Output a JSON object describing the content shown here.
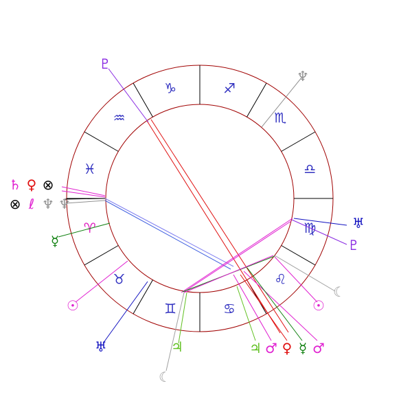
{
  "chart": {
    "ring_color": "#a00000",
    "spoke_color": "#000000",
    "signs": [
      {
        "name": "sagittarius",
        "glyph": "♐"
      },
      {
        "name": "scorpio",
        "glyph": "♏"
      },
      {
        "name": "libra",
        "glyph": "♎"
      },
      {
        "name": "virgo",
        "glyph": "♍"
      },
      {
        "name": "leo",
        "glyph": "♌"
      },
      {
        "name": "cancer",
        "glyph": "♋"
      },
      {
        "name": "gemini",
        "glyph": "♊"
      },
      {
        "name": "taurus",
        "glyph": "♉"
      },
      {
        "name": "aries",
        "glyph": "♈"
      },
      {
        "name": "pisces",
        "glyph": "♓"
      },
      {
        "name": "aquarius",
        "glyph": "♒"
      },
      {
        "name": "capricorn",
        "glyph": "♑"
      }
    ],
    "sign_colors": [
      "#3030c0",
      "#3030c0",
      "#3030c0",
      "#3030c0",
      "#3030c0",
      "#3030c0",
      "#3030c0",
      "#3030c0",
      "#e020c0",
      "#3030c0",
      "#3030c0",
      "#3030c0"
    ],
    "planets": [
      {
        "name": "pluto",
        "glyph": "♇",
        "color": "#8a2be2"
      },
      {
        "name": "neptune",
        "glyph": "♆",
        "color": "#909090"
      },
      {
        "name": "uranus",
        "glyph": "♅",
        "color": "#1010c0"
      },
      {
        "name": "pluto",
        "glyph": "♇",
        "color": "#8a2be2"
      },
      {
        "name": "moon",
        "glyph": "☾",
        "color": "#a0a0a0"
      },
      {
        "name": "sun",
        "glyph": "☉",
        "color": "#e020d0"
      },
      {
        "name": "mars",
        "glyph": "♂",
        "color": "#e020d0"
      },
      {
        "name": "mercury",
        "glyph": "☿",
        "color": "#108010"
      },
      {
        "name": "venus",
        "glyph": "♀",
        "color": "#e01010"
      },
      {
        "name": "mars",
        "glyph": "♂",
        "color": "#e020d0"
      },
      {
        "name": "jupiter",
        "glyph": "♃",
        "color": "#60c020"
      },
      {
        "name": "jupiter",
        "glyph": "♃",
        "color": "#60c020"
      },
      {
        "name": "moon",
        "glyph": "☾",
        "color": "#a0a0a0"
      },
      {
        "name": "uranus",
        "glyph": "♅",
        "color": "#1010c0"
      },
      {
        "name": "sun",
        "glyph": "☉",
        "color": "#e020d0"
      },
      {
        "name": "mercury",
        "glyph": "☿",
        "color": "#108010"
      },
      {
        "name": "saturn",
        "glyph": "♄",
        "color": "#e020d0"
      },
      {
        "name": "venus",
        "glyph": "♀",
        "color": "#e01010"
      },
      {
        "name": "part-of-fortune",
        "glyph": "⊗",
        "color": "#000000"
      },
      {
        "name": "part-of-fortune",
        "glyph": "⊗",
        "color": "#000000"
      },
      {
        "name": "lilith",
        "glyph": "ℓ",
        "color": "#e020d0"
      },
      {
        "name": "neptune",
        "glyph": "♆",
        "color": "#909090"
      },
      {
        "name": "neptune",
        "glyph": "♆",
        "color": "#909090"
      }
    ]
  }
}
